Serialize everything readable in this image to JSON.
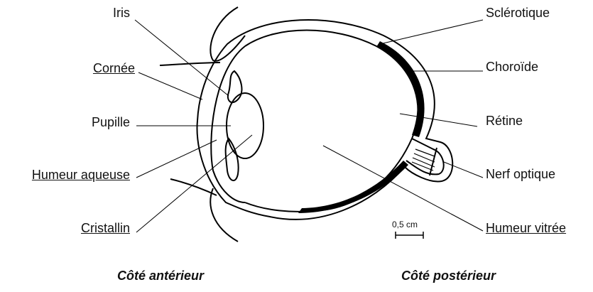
{
  "labels_left": [
    {
      "text": "Iris",
      "underlined": false
    },
    {
      "text": "Cornée",
      "underlined": true
    },
    {
      "text": "Pupille",
      "underlined": false
    },
    {
      "text": "Humeur aqueuse",
      "underlined": true
    },
    {
      "text": "Cristallin",
      "underlined": true
    }
  ],
  "labels_right": [
    {
      "text": "Sclérotique",
      "underlined": false
    },
    {
      "text": "Choroïde",
      "underlined": false
    },
    {
      "text": "Rétine",
      "underlined": false
    },
    {
      "text": "Nerf optique",
      "underlined": false
    },
    {
      "text": "Humeur vitrée",
      "underlined": true
    }
  ],
  "scale_bar": "0,5 cm",
  "sides": {
    "anterior": "Côté antérieur",
    "posterior": "Côté postérieur"
  }
}
